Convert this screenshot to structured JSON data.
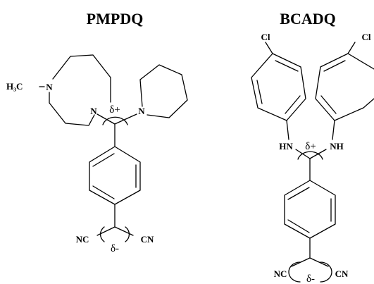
{
  "molecules": [
    {
      "name": "PMPDQ",
      "atoms": {
        "methyl": "H₃C",
        "n_piperazine_top": "N",
        "n_piperazine_bottom": "N",
        "n_pyrrolidine": "N",
        "nitrile_left": "NC",
        "nitrile_right": "CN"
      },
      "charges": {
        "positive": "δ+",
        "negative": "δ-"
      }
    },
    {
      "name": "BCADQ",
      "atoms": {
        "cl_left": "Cl",
        "cl_right": "Cl",
        "nh_left": "HN",
        "nh_right": "NH",
        "nitrile_left": "NC",
        "nitrile_right": "CN"
      },
      "charges": {
        "positive": "δ+",
        "negative": "δ-"
      }
    }
  ]
}
